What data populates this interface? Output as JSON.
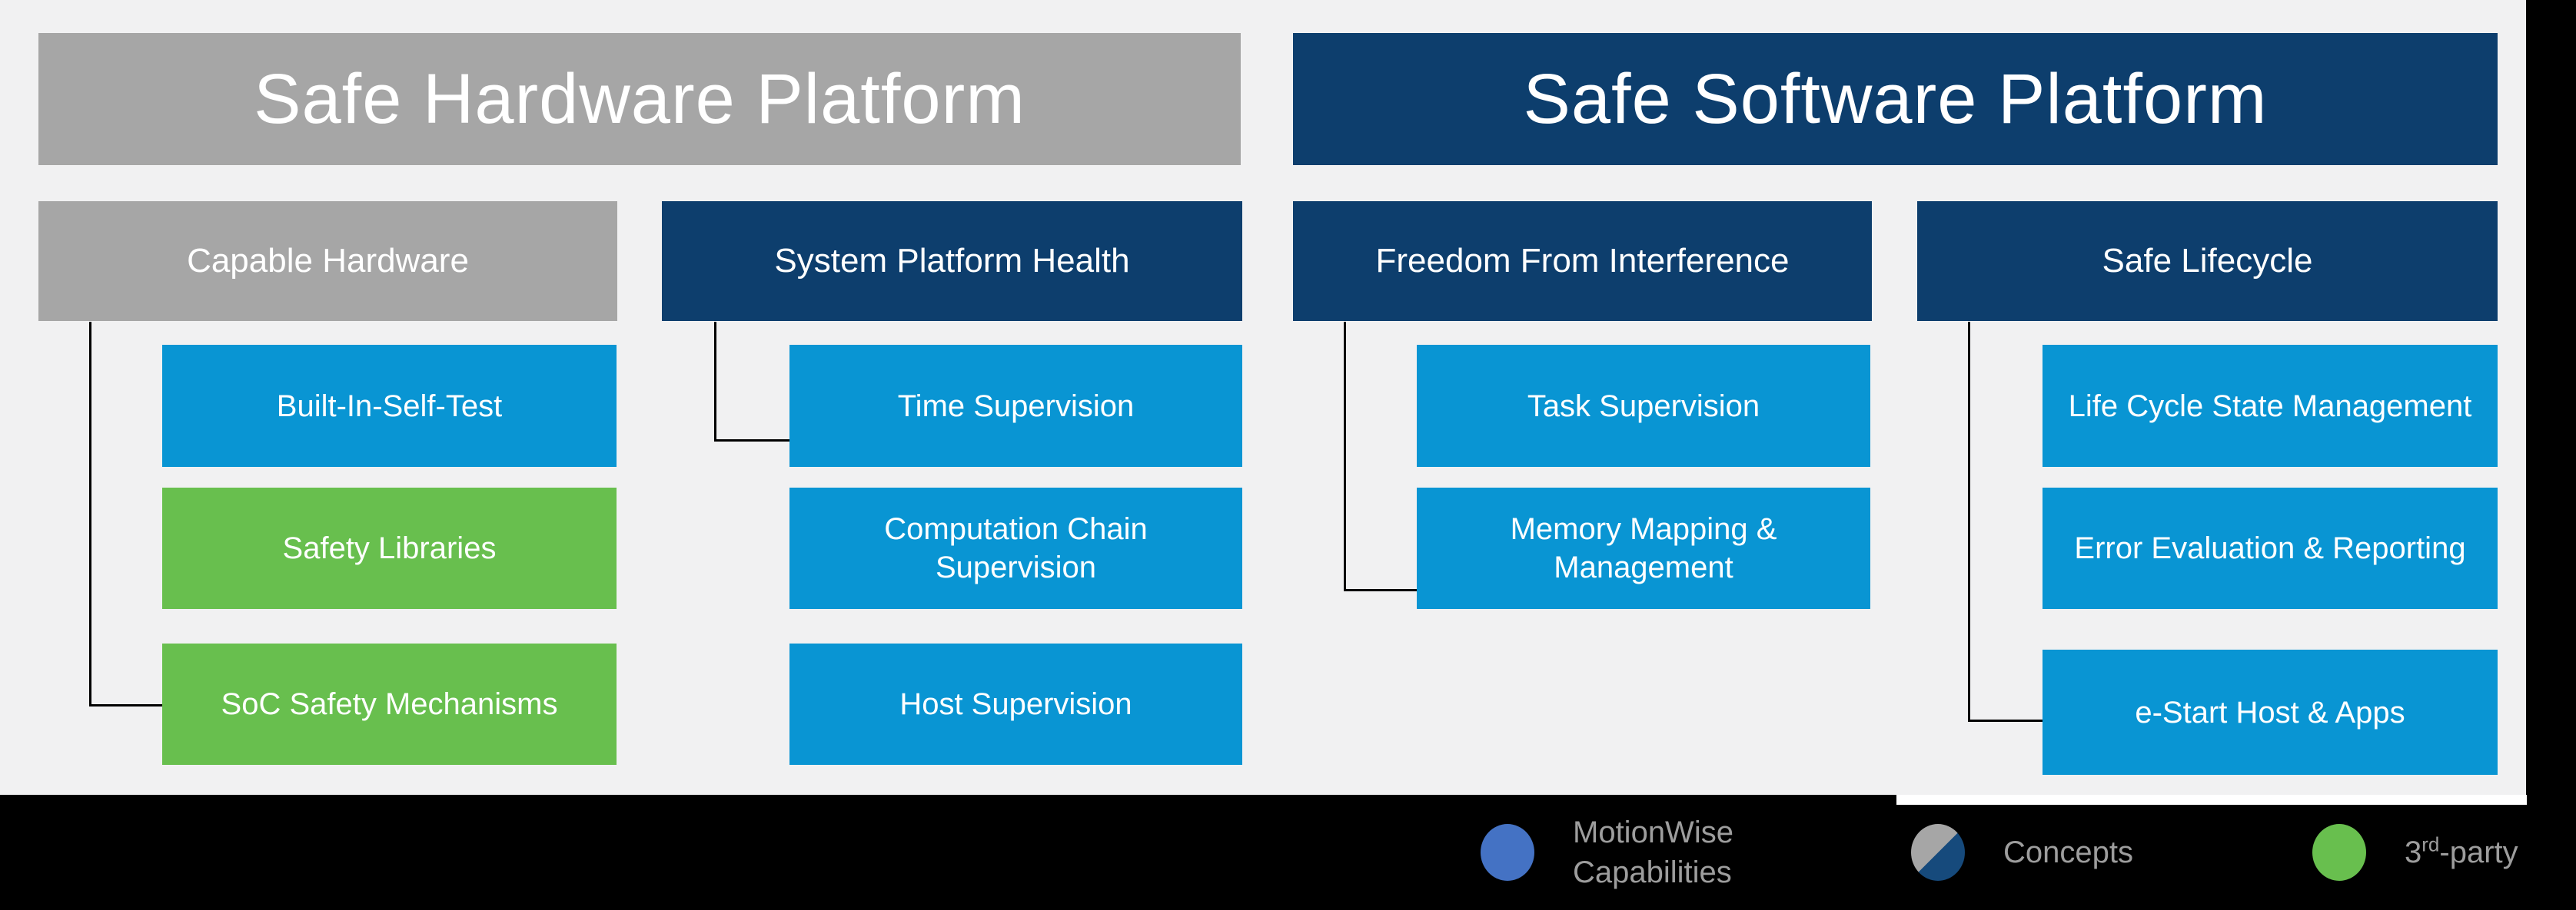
{
  "palette": {
    "background": "#f1f1f2",
    "black": "#000000",
    "white": "#ffffff",
    "gray": "#a6a6a6",
    "navy": "#0d3e6d",
    "blue": "#0995d3",
    "green": "#68bf4e",
    "legend_blue": "#4472c4",
    "legend_navy": "#164a7c",
    "legend_text": "#9d9d9d"
  },
  "platforms": [
    {
      "label": "Safe Hardware Platform",
      "category": "concept"
    },
    {
      "label": "Safe Software Platform",
      "category": "capability"
    }
  ],
  "columns": [
    {
      "header": {
        "label": "Capable Hardware",
        "category": "concept"
      },
      "children": [
        {
          "label": "Built-In-Self-Test",
          "category": "capability"
        },
        {
          "label": "Safety Libraries",
          "category": "third-party"
        },
        {
          "label": "SoC Safety Mechanisms",
          "category": "third-party"
        }
      ]
    },
    {
      "header": {
        "label": "System Platform Health",
        "category": "capability"
      },
      "children": [
        {
          "label": "Time Supervision",
          "category": "capability"
        },
        {
          "label": "Computation Chain\nSupervision",
          "category": "capability"
        },
        {
          "label": "Host Supervision",
          "category": "capability"
        }
      ]
    },
    {
      "header": {
        "label": "Freedom From Interference",
        "category": "capability"
      },
      "children": [
        {
          "label": "Task Supervision",
          "category": "capability"
        },
        {
          "label": "Memory Mapping &\nManagement",
          "category": "capability"
        }
      ]
    },
    {
      "header": {
        "label": "Safe Lifecycle",
        "category": "capability"
      },
      "children": [
        {
          "label": "Life Cycle State Management",
          "category": "capability"
        },
        {
          "label": "Error Evaluation & Reporting",
          "category": "capability"
        },
        {
          "label": "e-Start Host & Apps",
          "category": "capability"
        }
      ]
    }
  ],
  "legend": {
    "items": [
      {
        "swatch": "legend_blue",
        "lines": [
          "MotionWise",
          "Capabilities"
        ]
      },
      {
        "swatch": "split",
        "label": "Concepts"
      },
      {
        "swatch": "green",
        "label_prefix": "3",
        "label_sup": "rd",
        "label_suffix": "-party"
      }
    ]
  }
}
